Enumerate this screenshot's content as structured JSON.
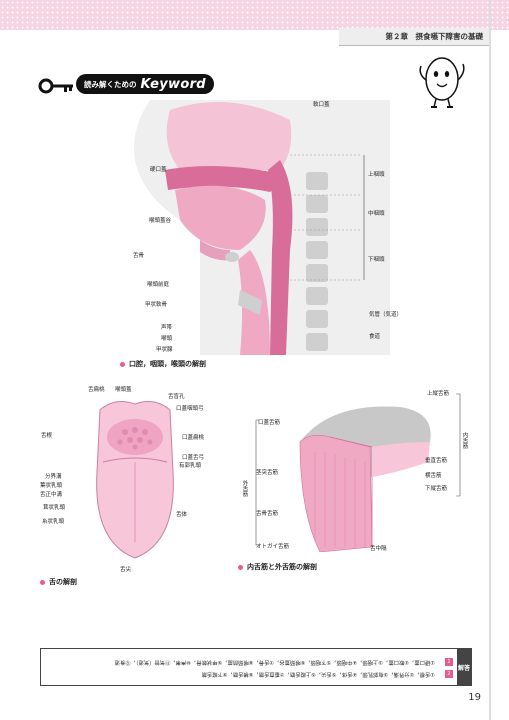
{
  "header": {
    "chapter_title": "第２章　摂食嚥下障害の基礎"
  },
  "banner": {
    "prefix": "読み解くための",
    "keyword": "Keyword"
  },
  "figure1": {
    "caption": "口腔，咽頭，喉頭の解剖",
    "labels": {
      "soft_palate": "軟口蓋",
      "hard_palate": "硬口蓋",
      "vallecula": "喉頭蓋谷",
      "hyoid": "舌骨",
      "pre_epiglottic": "喉頭前庭",
      "thyroid_cartilage": "甲状軟骨",
      "vocal_cord": "声帯",
      "larynx": "喉頭",
      "thyroid_gland": "甲状腺",
      "epipharynx": "上咽頭",
      "mesopharynx": "中咽頭",
      "hypopharynx": "下咽頭",
      "trachea": "気管（気道）",
      "esophagus": "食道"
    }
  },
  "figure2": {
    "caption": "舌の解剖",
    "labels": {
      "lingual_tonsil": "舌扁桃",
      "epiglottis": "喉頭蓋",
      "foramen_cecum": "舌盲孔",
      "palatopharyngeal_arch": "口蓋咽頭弓",
      "root_of_tongue": "舌根",
      "palatine_tonsil": "口蓋扁桃",
      "palatoglossal_arch": "口蓋舌弓",
      "vallate_papilla": "有郭乳頭",
      "terminal_sulcus": "分界溝",
      "foliate_papilla": "葉状乳頭",
      "median_sulcus": "舌正中溝",
      "fungiform_papilla": "茸状乳頭",
      "filiform_papilla": "糸状乳頭",
      "body_of_tongue": "舌体",
      "apex": "舌尖"
    }
  },
  "figure3": {
    "caption": "内舌筋と外舌筋の解剖",
    "labels": {
      "superior_longitudinal": "上縦舌筋",
      "palatoglossus": "口蓋舌筋",
      "vertical": "垂直舌筋",
      "transverse": "横舌筋",
      "inferior_longitudinal": "下縦舌筋",
      "styloglossus": "茎突舌筋",
      "hyoglossus": "舌骨舌筋",
      "genioglossus": "オトガイ舌筋",
      "septum": "舌中隔",
      "intrinsic": "内舌筋",
      "extrinsic": "外舌筋"
    }
  },
  "answers": {
    "heading": "解答",
    "mark1": "1",
    "mark2": "2",
    "line1": "①硬口蓋，②軟口蓋，③上咽頭，④中咽頭，⑤下咽頭，⑥喉頭蓋谷，⑦舌骨，⑧喉頭前庭，⑨甲状軟骨，⑩声帯，⑪気管（気道），⑫食道",
    "line2": "①舌根，②分界溝，③有郭乳頭，④舌体，⑤舌尖，⑥上縦舌筋，⑦垂直舌筋，⑧横舌筋，⑨下縦舌筋"
  },
  "page": {
    "number": "19"
  },
  "colors": {
    "accent": "#e85a92",
    "tissue": "#f0a9c3",
    "tissue_dark": "#d96d99",
    "bone": "#cfcfcf"
  }
}
